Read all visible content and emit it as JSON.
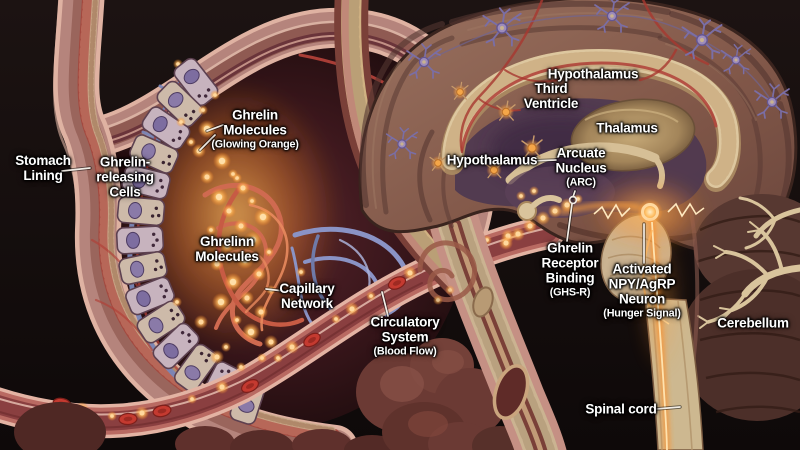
{
  "labels": {
    "stomach_lining": "Stomach\nLining",
    "ghrelin_releasing_cells": "Ghrelin-\nreleasing\nCells",
    "ghrelin_molecules": "Ghrelin\nMolecules",
    "ghrelin_molecules_sub": "(Glowing Orange)",
    "ghrelinn_molecules": "Ghrelinn\nMolecules",
    "capillary_network": "Capillary\nNetwork",
    "circulatory_system": "Circulatory\nSystem",
    "circulatory_system_sub": "(Blood Flow)",
    "hypothalamus_top": "Hypothalamus",
    "third_ventricle": "Third\nVentricle",
    "thalamus": "Thalamus",
    "hypothalamus_left": "Hypothalamus",
    "arcuate_nucleus": "Arcuate\nNucleus",
    "arcuate_nucleus_sub": "(ARC)",
    "ghrelin_receptor_binding": "Ghrelin\nReceptor\nBinding",
    "ghrelin_receptor_binding_sub": "(GHS-R)",
    "activated_neuron": "Activated\nNPY/AgRP\nNeuron",
    "activated_neuron_sub": "(Hunger Signal)",
    "cerebellum": "Cerebellum",
    "spinal_cord": "Spinal cord"
  },
  "colors": {
    "background": "#17100f",
    "ghrelin_glow": "#ffb347",
    "label_text": "#ffffff",
    "stomach_wall": "#b5847c",
    "brain_cortex": "#8a6253",
    "corpus_callosum": "#ddc79f",
    "capillary_red": "#cf6a50",
    "capillary_blue": "#8a93c5",
    "cerebellum_tissue": "#4c2f29",
    "spinal_cord_tissue": "#cdb890"
  }
}
